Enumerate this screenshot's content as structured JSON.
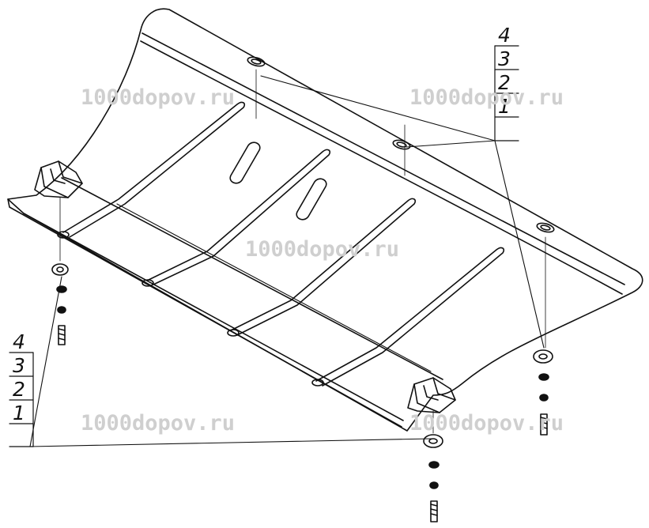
{
  "watermark": {
    "text": "1000dopov.ru"
  },
  "callouts": {
    "top_right": {
      "labels": [
        "4",
        "3",
        "2",
        "1"
      ]
    },
    "left": {
      "labels": [
        "4",
        "3",
        "2",
        "1"
      ]
    }
  },
  "colors": {
    "line": "#111111",
    "watermark": "#cfcfcf"
  }
}
